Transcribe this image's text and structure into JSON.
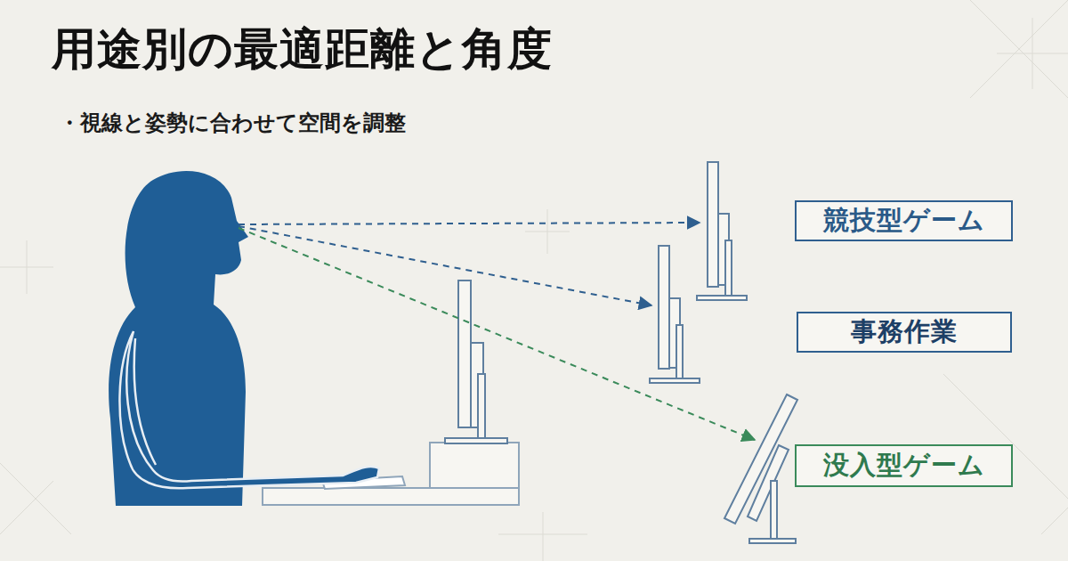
{
  "diagram": {
    "title": "用途別の最適距離と角度",
    "nodes": [
      {
        "text": [
          "競技型ゲーム"
        ]
      },
      {
        "text": [
          "事務作業"
        ]
      },
      {
        "text": [
          "没入型ゲーム"
        ]
      }
    ],
    "labels": [
      "・視線と姿勢に合わせて空間を調整"
    ]
  }
}
